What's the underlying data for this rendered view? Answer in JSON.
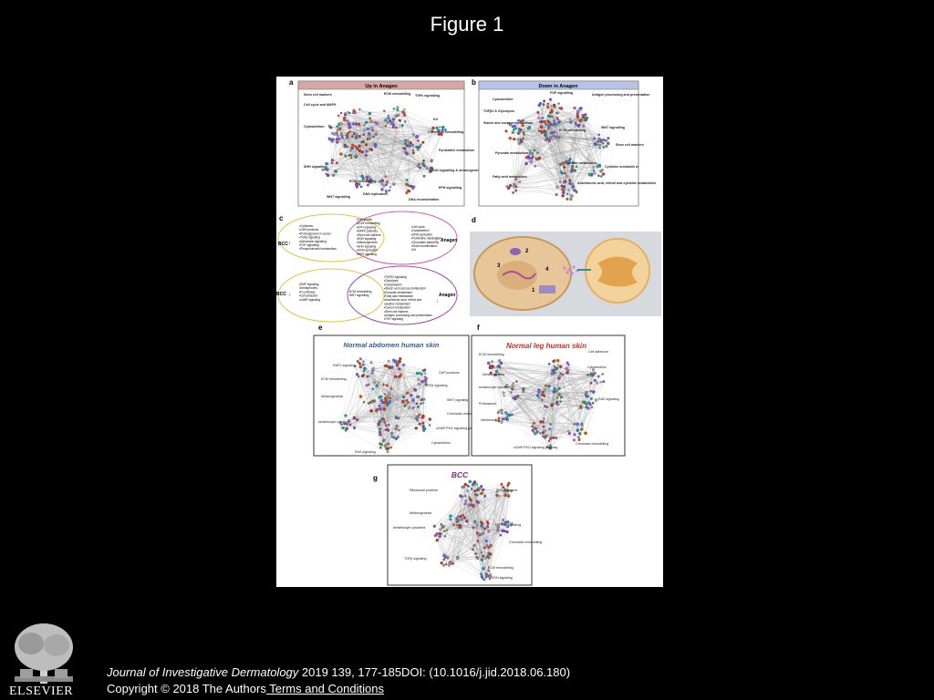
{
  "slide": {
    "title": "Figure 1"
  },
  "panels": {
    "a": {
      "letter": "a",
      "header": "Up in Anagen",
      "labels": [
        "Stem cell markers",
        "ECM remodelling",
        "TGFs signalling",
        "Cell cycle and MAPK",
        "Cytoskeleton",
        "Kit",
        "Chromatin remodelling",
        "Pyrimidine metabolism",
        "SHH signalling",
        "EDN signalling & melanogenesis",
        "ECM remodelling",
        "EPH signalling",
        "WNT signalling",
        "DNA replication",
        "DNA recombination"
      ]
    },
    "b": {
      "letter": "b",
      "header": "Down in Anagen",
      "labels": [
        "FGF signalling",
        "Antigen processing and presentation",
        "Cytoskeleton",
        "TGFβ2 & Glycolysis",
        "Starch and sucrose metabolism",
        "ECM remodelling",
        "WNT signalling",
        "Pyruvate metabolism",
        "Stem cell markers",
        "Carbon metabolism",
        "Cytokine metabolis m",
        "Fatty acid metabolism",
        "Arachidonic acid, retinol and cytokine metabolism"
      ]
    },
    "c": {
      "letter": "c",
      "bcc_up": "BCC",
      "anagen_up": "Anagen",
      "bcc_down": "BCC",
      "anagen_down": "Anagen",
      "top_left": [
        "•Cytokines",
        "•GAP junctions",
        "•Proteoglycans in cancer",
        "•TGFβ signaling",
        "•Adenosine signaling",
        "•FGF signalling",
        "•Phosphoinositol metabolism"
      ],
      "top_mid": [
        "•Cell growth",
        "•ECM remodelling",
        "•EPH signaling",
        "•MAPK pathway",
        "•Stem cell markers",
        "•EDN signaling",
        "•Melanogenesis",
        "•SHH signaling",
        "•DNA replication",
        "•WNT signaling"
      ],
      "top_right": [
        "•Cell cycle",
        "•Cytoskeleton",
        "•DNA replication",
        "•Pyrimidine metabolism",
        "•Chromatin assembly",
        "•DNA recombination",
        "•Kit"
      ],
      "bot_left": [
        "•EMP signaling",
        "•Semaphorins",
        "•Fc pathway",
        "•Cell adhesion",
        "•cAMP signaling"
      ],
      "bot_mid": [
        "ECM remodelling",
        "WNT signalling"
      ],
      "bot_right": [
        "•TGFβ2 signaling",
        "•Glycolysis",
        "•Cytoskeleton",
        "•Starch and sucrose metabolism",
        "•Pyruvate metabolism",
        "•Fatty acid metabolism",
        "•Arachidonic acid, retinol and",
        "  cytokine metabolism",
        "•Carbon metabolism",
        "•Stem cell markers",
        "•Antigen processing and presentation",
        "•FGF signaling"
      ]
    },
    "d": {
      "letter": "d",
      "numbers": [
        "1",
        "2",
        "3",
        "4"
      ]
    },
    "e": {
      "letter": "e",
      "title": "Normal abdomen human skin",
      "labels": [
        "RAP1 signaling",
        "GAP junctions",
        "ECM remodelling",
        "TGFβ signaling",
        "Melanogenesis",
        "WNT signaling",
        "Chromatin remodelling",
        "keratinocyte cytokines",
        "cGMP-PKG signaling pathway",
        "Cytoskeleton",
        "RAS signaling"
      ]
    },
    "f": {
      "letter": "f",
      "title": "Normal leg human skin",
      "labels": [
        "ECM remodelling",
        "Cell adhesion",
        "Cytoskeleton",
        "Melanogenesis",
        "keratinocyte cytokines",
        "RAS signaling",
        "Proteasome",
        "Interferons",
        "cGMP-PKG signaling pathway",
        "Chromatin remodelling"
      ]
    },
    "g": {
      "letter": "g",
      "title": "BCC",
      "labels": [
        "Ribosomal proteins",
        "Proteasome",
        "Melanogenesis",
        "keratinocyte cytokines",
        "NOTCH signaling",
        "Chromatin remodelling",
        "TGFβ signaling",
        "ECM remodelling",
        "EDN signaling"
      ]
    }
  },
  "footer": {
    "journal": "Journal of Investigative Dermatology",
    "citation": " 2019 139, 177-185DOI: (10.1016/j.jid.2018.06.180)",
    "copyright": "Copyright © 2018 The Authors",
    "terms": " Terms and Conditions"
  },
  "logo": {
    "icon": "elsevier-tree-icon",
    "wordmark": "ELSEVIER"
  },
  "colors": {
    "background": "#000000",
    "panel_a_header": "#d9a6a6",
    "panel_b_header": "#b9c3e8",
    "panel_e_title": "#2f5aa8",
    "panel_f_title": "#c8322d",
    "panel_g_title": "#7a2a8a"
  }
}
